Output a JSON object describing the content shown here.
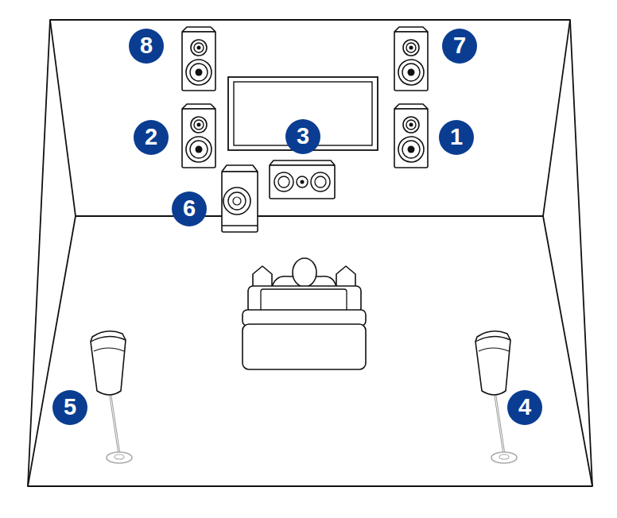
{
  "diagram": {
    "labels": [
      "8",
      "7",
      "2",
      "3",
      "1",
      "6",
      "5",
      "4"
    ]
  }
}
